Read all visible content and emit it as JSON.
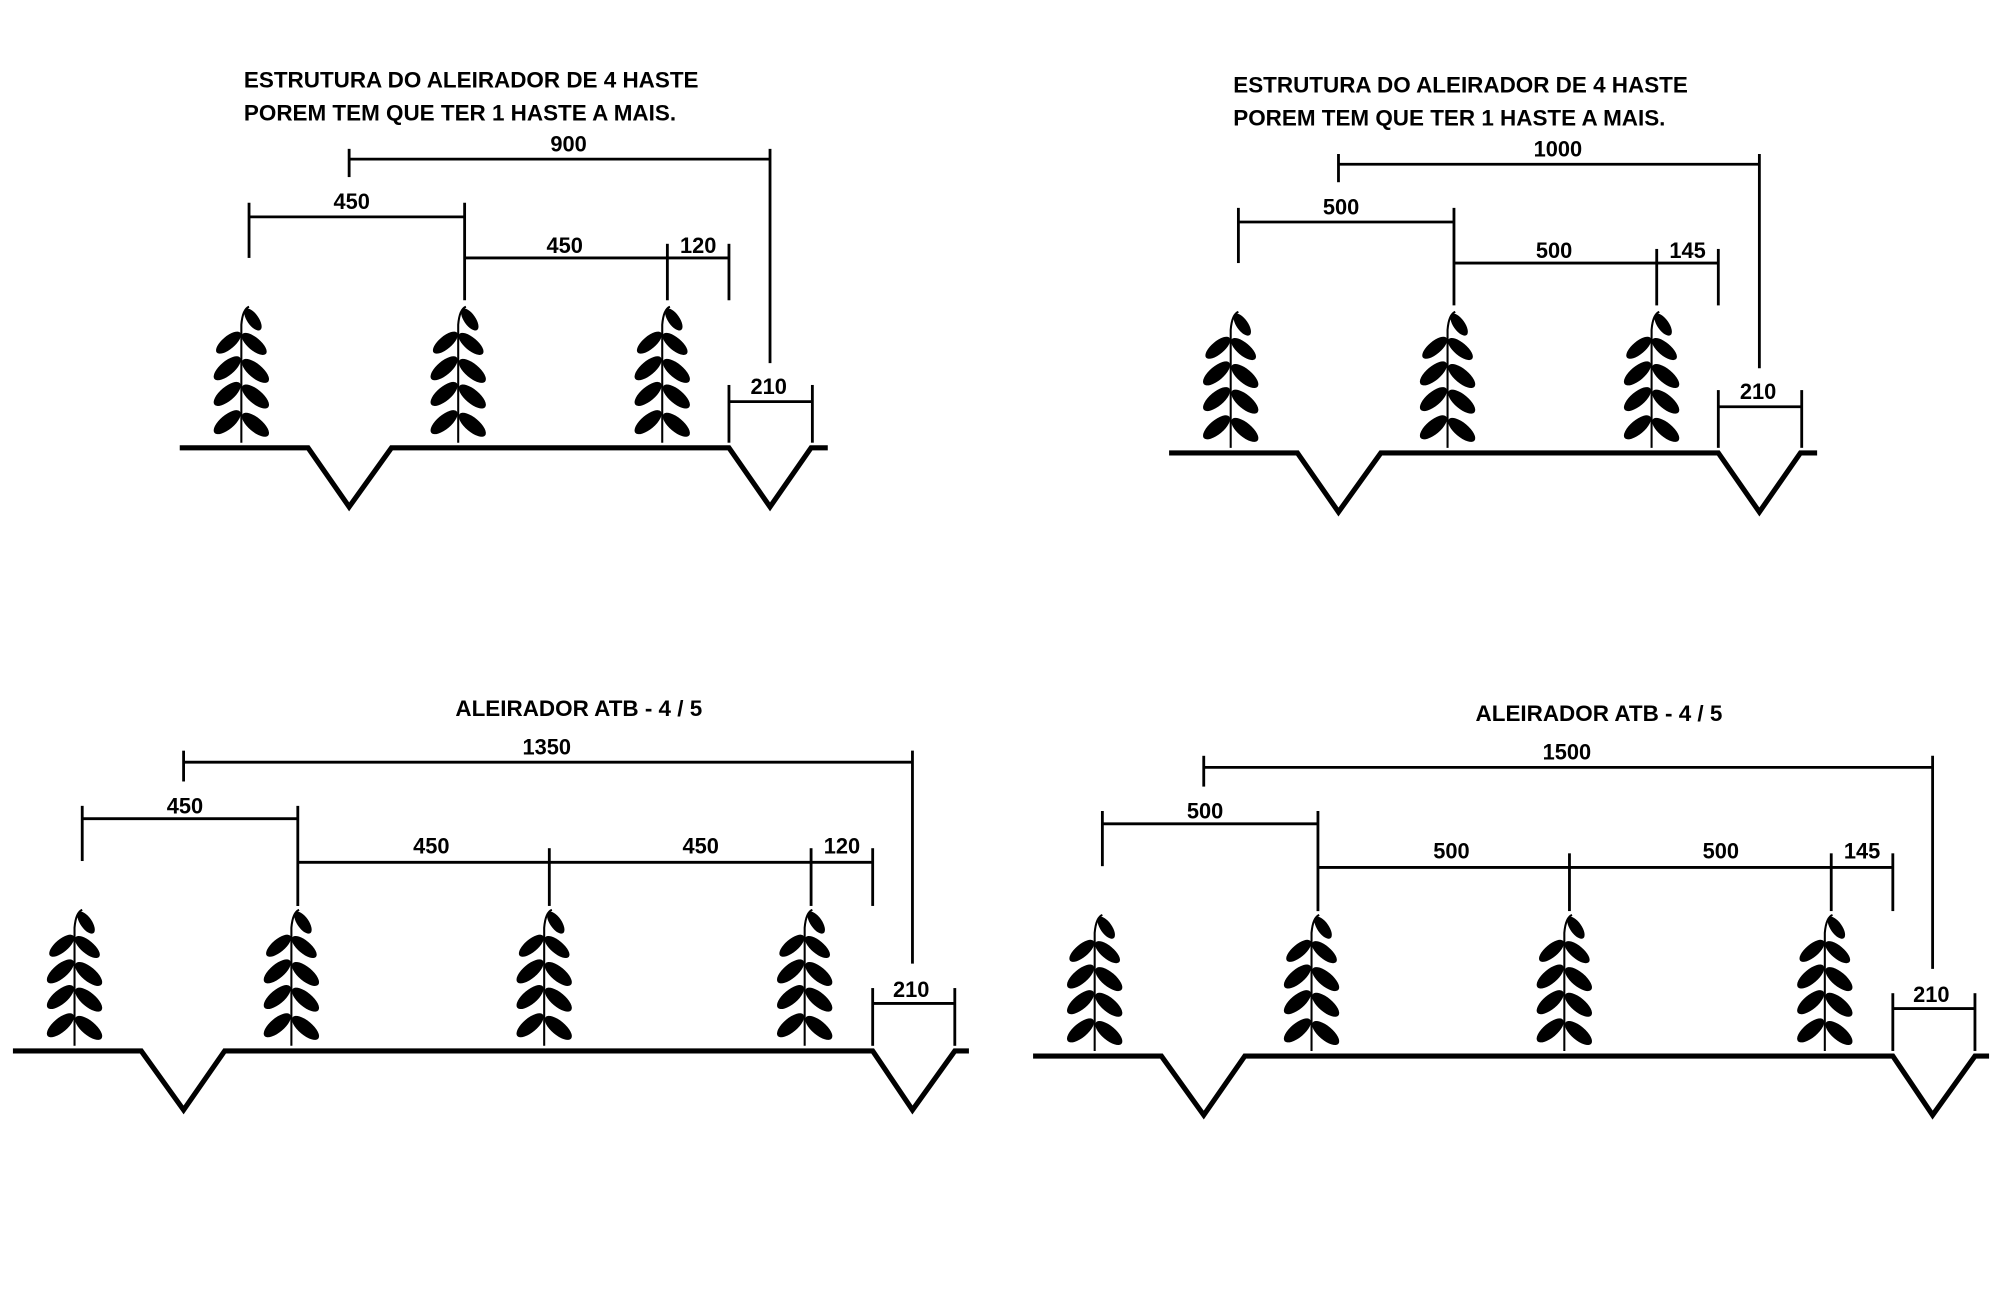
{
  "diagrams": [
    {
      "id": "top-left",
      "title_lines": [
        "ESTRUTURA DO ALEIRADOR DE 4 HASTE",
        "POREM TEM QUE TER 1 HASTE A MAIS."
      ],
      "plants": 3,
      "dimensions": {
        "total": "900",
        "first": "450",
        "second": "450",
        "last": "120",
        "furrow": "210"
      }
    },
    {
      "id": "top-right",
      "title_lines": [
        "ESTRUTURA DO ALEIRADOR DE 4 HASTE",
        "POREM TEM QUE TER 1 HASTE A MAIS."
      ],
      "plants": 3,
      "dimensions": {
        "total": "1000",
        "first": "500",
        "second": "500",
        "last": "145",
        "furrow": "210"
      }
    },
    {
      "id": "bottom-left",
      "title_lines": [
        "ALEIRADOR ATB - 4 / 5"
      ],
      "plants": 4,
      "dimensions": {
        "total": "1350",
        "first": "450",
        "second": "450",
        "third": "450",
        "last": "120",
        "furrow": "210"
      }
    },
    {
      "id": "bottom-right",
      "title_lines": [
        "ALEIRADOR ATB - 4 / 5"
      ],
      "plants": 4,
      "dimensions": {
        "total": "1500",
        "first": "500",
        "second": "500",
        "third": "500",
        "last": "145",
        "furrow": "210"
      }
    }
  ],
  "colors": {
    "ink": "#000000",
    "background": "#ffffff"
  }
}
